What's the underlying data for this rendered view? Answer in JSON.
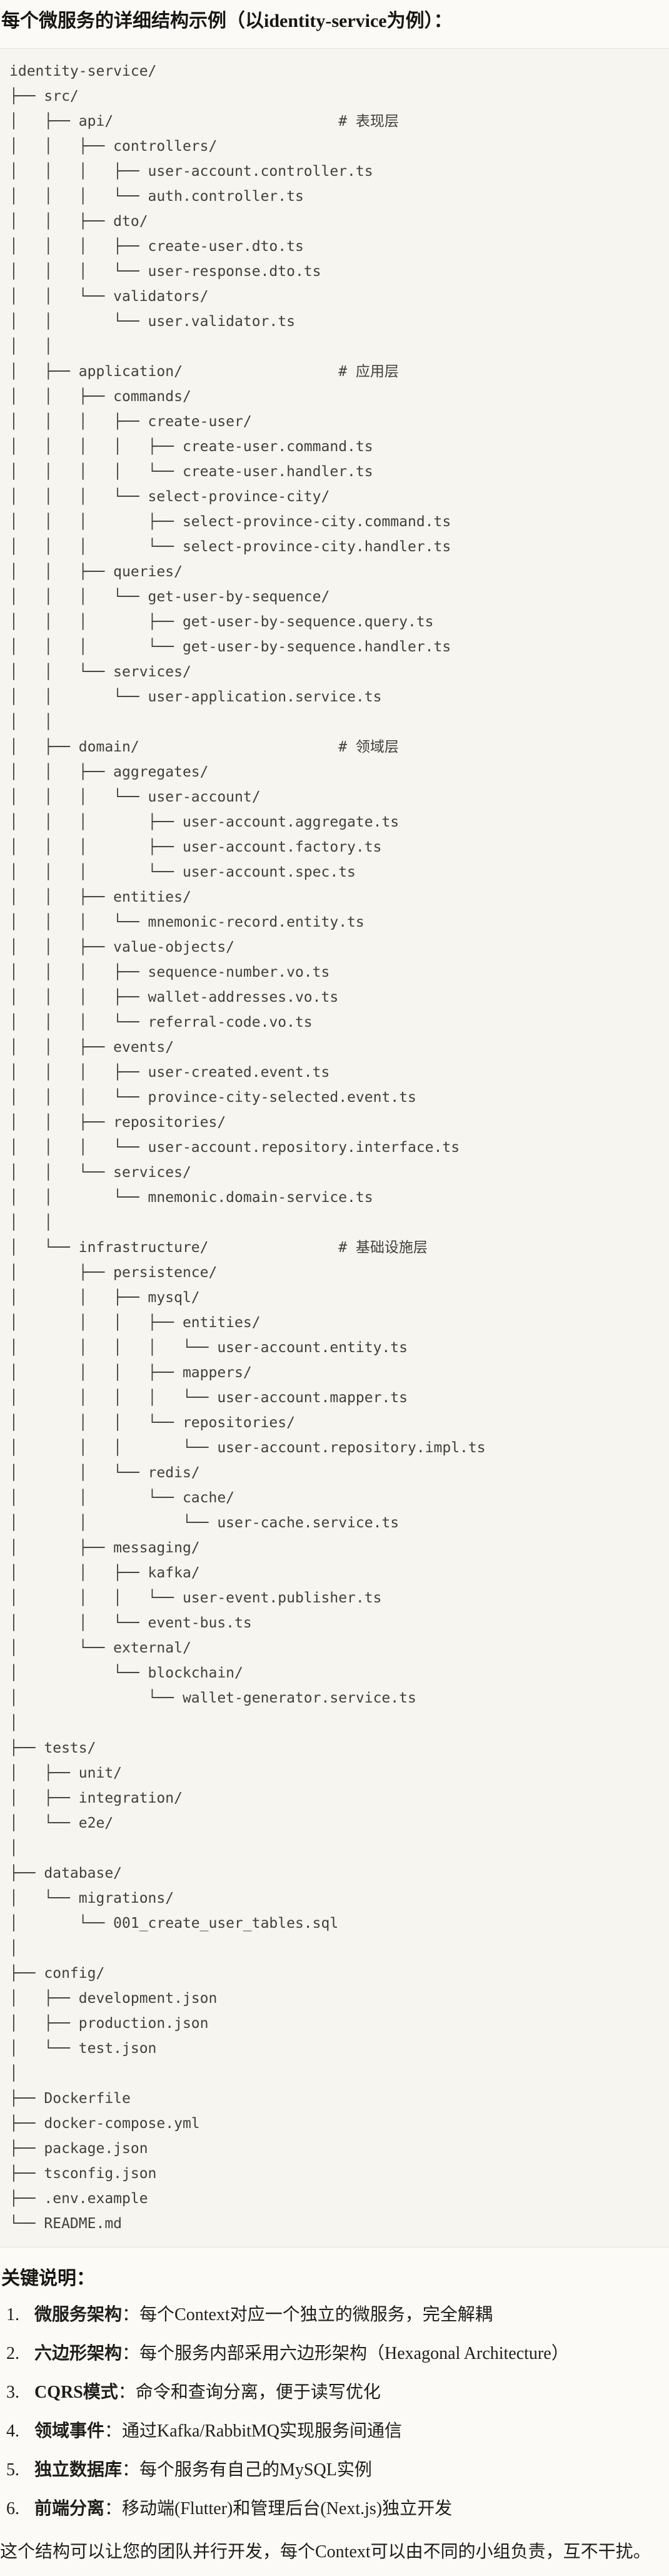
{
  "title": "每个微服务的详细结构示例（以identity-service为例）：",
  "tree": {
    "root": "identity-service/",
    "comments": [
      "# 表现层",
      "# 应用层",
      "# 领域层",
      "# 基础设施层"
    ],
    "text": "identity-service/\n├── src/\n│   ├── api/                          # 表现层\n│   │   ├── controllers/\n│   │   │   ├── user-account.controller.ts\n│   │   │   └── auth.controller.ts\n│   │   ├── dto/\n│   │   │   ├── create-user.dto.ts\n│   │   │   └── user-response.dto.ts\n│   │   └── validators/\n│   │       └── user.validator.ts\n│   │\n│   ├── application/                  # 应用层\n│   │   ├── commands/\n│   │   │   ├── create-user/\n│   │   │   │   ├── create-user.command.ts\n│   │   │   │   └── create-user.handler.ts\n│   │   │   └── select-province-city/\n│   │   │       ├── select-province-city.command.ts\n│   │   │       └── select-province-city.handler.ts\n│   │   ├── queries/\n│   │   │   └── get-user-by-sequence/\n│   │   │       ├── get-user-by-sequence.query.ts\n│   │   │       └── get-user-by-sequence.handler.ts\n│   │   └── services/\n│   │       └── user-application.service.ts\n│   │\n│   ├── domain/                       # 领域层\n│   │   ├── aggregates/\n│   │   │   └── user-account/\n│   │   │       ├── user-account.aggregate.ts\n│   │   │       ├── user-account.factory.ts\n│   │   │       └── user-account.spec.ts\n│   │   ├── entities/\n│   │   │   └── mnemonic-record.entity.ts\n│   │   ├── value-objects/\n│   │   │   ├── sequence-number.vo.ts\n│   │   │   ├── wallet-addresses.vo.ts\n│   │   │   └── referral-code.vo.ts\n│   │   ├── events/\n│   │   │   ├── user-created.event.ts\n│   │   │   └── province-city-selected.event.ts\n│   │   ├── repositories/\n│   │   │   └── user-account.repository.interface.ts\n│   │   └── services/\n│   │       └── mnemonic.domain-service.ts\n│   │\n│   └── infrastructure/               # 基础设施层\n│       ├── persistence/\n│       │   ├── mysql/\n│       │   │   ├── entities/\n│       │   │   │   └── user-account.entity.ts\n│       │   │   ├── mappers/\n│       │   │   │   └── user-account.mapper.ts\n│       │   │   └── repositories/\n│       │   │       └── user-account.repository.impl.ts\n│       │   └── redis/\n│       │       └── cache/\n│       │           └── user-cache.service.ts\n│       ├── messaging/\n│       │   ├── kafka/\n│       │   │   └── user-event.publisher.ts\n│       │   └── event-bus.ts\n│       └── external/\n│           └── blockchain/\n│               └── wallet-generator.service.ts\n│\n├── tests/\n│   ├── unit/\n│   ├── integration/\n│   └── e2e/\n│\n├── database/\n│   └── migrations/\n│       └── 001_create_user_tables.sql\n│\n├── config/\n│   ├── development.json\n│   ├── production.json\n│   └── test.json\n│\n├── Dockerfile\n├── docker-compose.yml\n├── package.json\n├── tsconfig.json\n├── .env.example\n└── README.md"
  },
  "notes": {
    "heading": "关键说明：",
    "items": [
      {
        "number": "1.",
        "term": "微服务架构",
        "separator": "：",
        "text": "每个Context对应一个独立的微服务，完全解耦"
      },
      {
        "number": "2.",
        "term": "六边形架构",
        "separator": "：",
        "text": "每个服务内部采用六边形架构（Hexagonal Architecture）"
      },
      {
        "number": "3.",
        "term": "CQRS模式",
        "separator": "：",
        "text": "命令和查询分离，便于读写优化"
      },
      {
        "number": "4.",
        "term": "领域事件",
        "separator": "：",
        "text": "通过Kafka/RabbitMQ实现服务间通信"
      },
      {
        "number": "5.",
        "term": "独立数据库",
        "separator": "：",
        "text": "每个服务有自己的MySQL实例"
      },
      {
        "number": "6.",
        "term": "前端分离",
        "separator": "：",
        "text": "移动端(Flutter)和管理后台(Next.js)独立开发"
      }
    ]
  },
  "closing": "这个结构可以让您的团队并行开发，每个Context可以由不同的小组负责，互不干扰。",
  "colors": {
    "page_background": "#fbfaf7",
    "code_background": "#f6f5f0",
    "code_border": "#e7e5dd",
    "code_text": "#41403c",
    "body_text": "#1f1e1c"
  }
}
